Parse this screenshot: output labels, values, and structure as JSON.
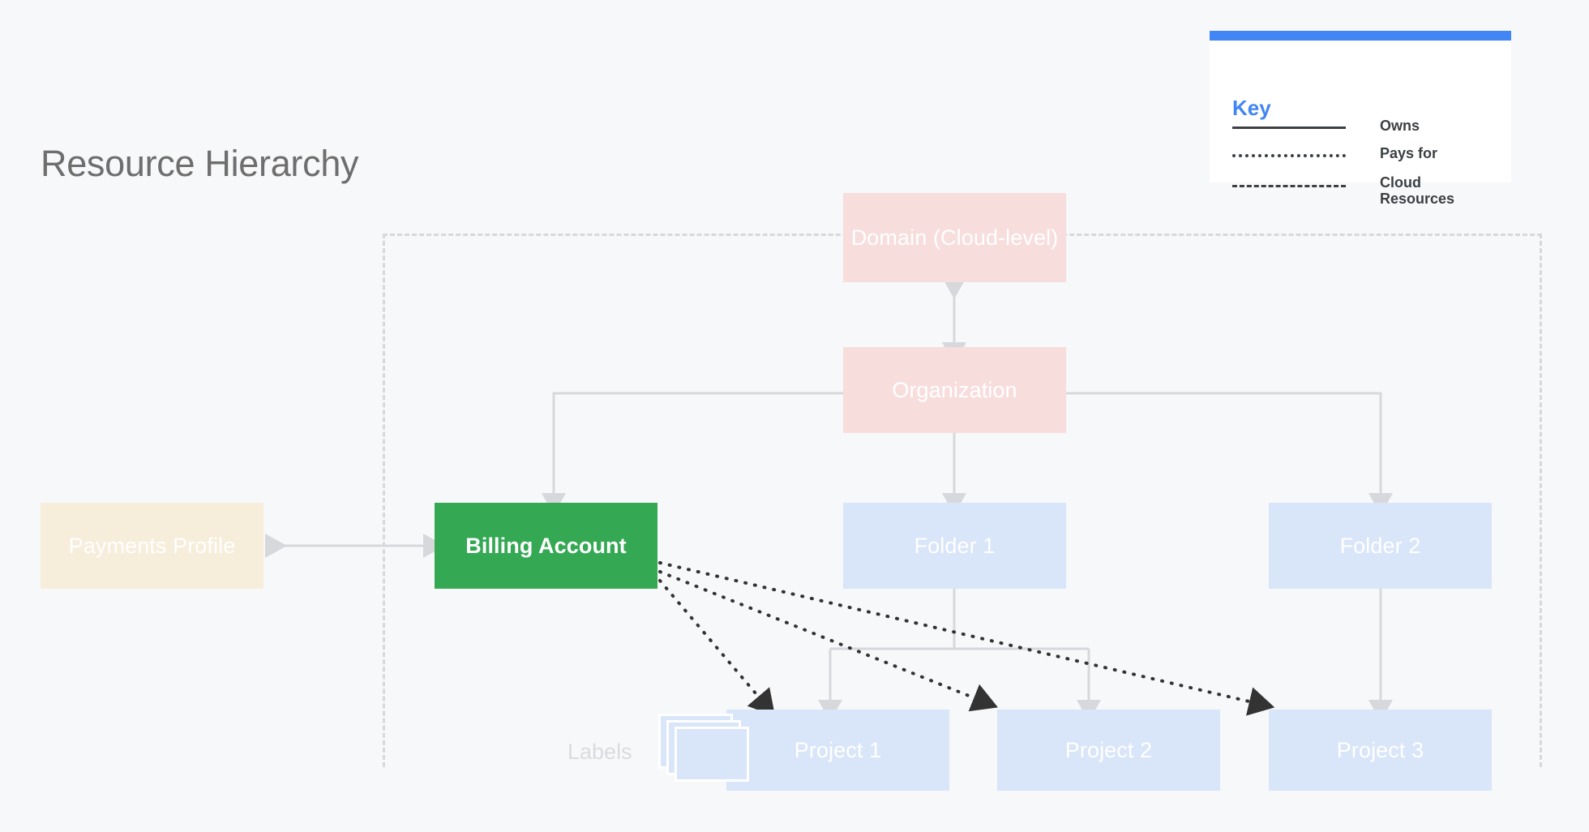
{
  "diagram": {
    "title": "Resource Hierarchy",
    "background_color": "#F7F8FA"
  },
  "key": {
    "heading": "Key",
    "accent_color": "#4285F4",
    "items": [
      {
        "style": "solid",
        "label": "Owns"
      },
      {
        "style": "dotted",
        "label": "Pays for"
      },
      {
        "style": "dashed",
        "label": "Cloud Resources"
      }
    ]
  },
  "nodes": {
    "domain": {
      "label": "Domain (Cloud-level)",
      "color": "#F8DDDD"
    },
    "organization": {
      "label": "Organization",
      "color": "#F8DDDD"
    },
    "payments_profile": {
      "label": "Payments Profile",
      "color": "#F7EDDB"
    },
    "billing_account": {
      "label": "Billing Account",
      "color": "#34A853"
    },
    "folder1": {
      "label": "Folder 1",
      "color": "#D9E5F9"
    },
    "folder2": {
      "label": "Folder 2",
      "color": "#D9E5F9"
    },
    "project1": {
      "label": "Project 1",
      "color": "#D9E5F9"
    },
    "project2": {
      "label": "Project 2",
      "color": "#D9E5F9"
    },
    "project3": {
      "label": "Project 3",
      "color": "#D9E5F9"
    },
    "labels": {
      "label": "Labels",
      "color": "#D9E5F9"
    }
  },
  "edges": {
    "owns_color": "#D6D8DB",
    "pays_for_color": "#333333",
    "boundary_color": "#D6D8DB",
    "relations": [
      {
        "from": "domain",
        "to": "organization",
        "type": "owns",
        "bidirectional": true
      },
      {
        "from": "organization",
        "to": "billing_account",
        "type": "owns"
      },
      {
        "from": "organization",
        "to": "folder1",
        "type": "owns"
      },
      {
        "from": "organization",
        "to": "folder2",
        "type": "owns"
      },
      {
        "from": "payments_profile",
        "to": "billing_account",
        "type": "owns",
        "bidirectional": true
      },
      {
        "from": "folder1",
        "to": "project1",
        "type": "owns"
      },
      {
        "from": "folder1",
        "to": "project2",
        "type": "owns"
      },
      {
        "from": "folder2",
        "to": "project3",
        "type": "owns"
      },
      {
        "from": "billing_account",
        "to": "project1",
        "type": "pays_for"
      },
      {
        "from": "billing_account",
        "to": "project2",
        "type": "pays_for"
      },
      {
        "from": "billing_account",
        "to": "project3",
        "type": "pays_for"
      }
    ]
  }
}
